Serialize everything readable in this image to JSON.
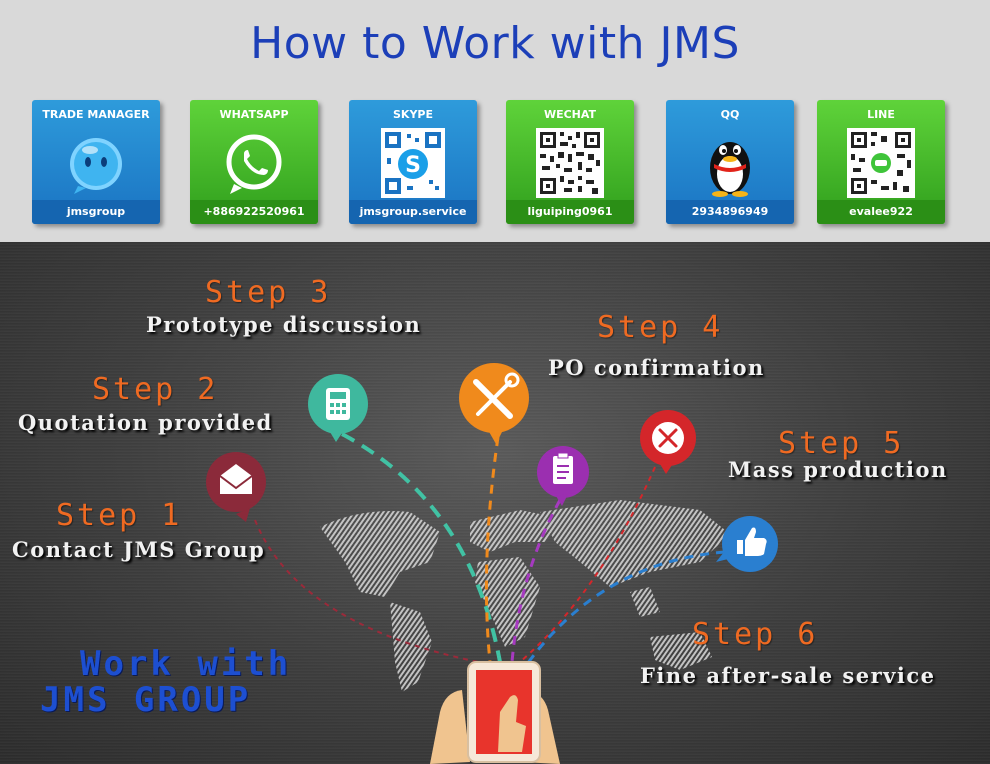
{
  "title": "How to Work with JMS",
  "contacts": [
    {
      "label": "TRADE MANAGER",
      "value": "jmsgroup",
      "color": "#2e9bdb",
      "icon": "trade-manager-icon"
    },
    {
      "label": "WHATSAPP",
      "value": "+886922520961",
      "color": "#46c02c",
      "icon": "whatsapp-icon"
    },
    {
      "label": "SKYPE",
      "value": "jmsgroup.service",
      "color": "#2e9bdb",
      "icon": "skype-qr-icon"
    },
    {
      "label": "WECHAT",
      "value": "liguiping0961",
      "color": "#46c02c",
      "icon": "wechat-qr-icon"
    },
    {
      "label": "QQ",
      "value": "2934896949",
      "color": "#2e9bdb",
      "icon": "qq-penguin-icon"
    },
    {
      "label": "LINE",
      "value": "evalee922",
      "color": "#46c02c",
      "icon": "line-qr-icon"
    }
  ],
  "steps": [
    {
      "step": "Step 1",
      "text": "Contact JMS Group",
      "icon": "envelope-icon",
      "color": "#8b2a3a"
    },
    {
      "step": "Step 2",
      "text": "Quotation provided",
      "icon": "calculator-icon",
      "color": "#3fb89e"
    },
    {
      "step": "Step 3",
      "text": "Prototype discussion",
      "icon": "tools-icon",
      "color": "#f08a1c"
    },
    {
      "step": "Step 4",
      "text": "PO confirmation",
      "icon": "clipboard-icon",
      "color": "#9b2fb0"
    },
    {
      "step": "Step 5",
      "text": "Mass production",
      "icon": "wrench-screwdriver-icon",
      "color": "#d4262a"
    },
    {
      "step": "Step 6",
      "text": "Fine after-sale service",
      "icon": "thumbs-up-icon",
      "color": "#2a7fd0"
    }
  ],
  "brand": {
    "line1": "Work with",
    "line2": "JMS GROUP"
  }
}
